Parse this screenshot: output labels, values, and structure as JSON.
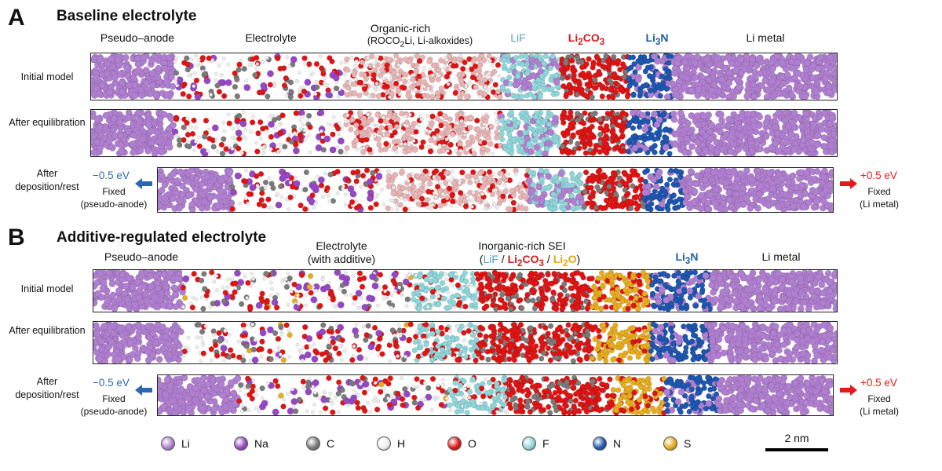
{
  "panelA": {
    "letter": "A",
    "title": "Baseline electrolyte",
    "regions": {
      "pseudo_anode": "Pseudo–anode",
      "electrolyte": "Electrolyte",
      "organic_rich": "Organic-rich",
      "organic_rich_detail": "(ROCO2Li, Li-alkoxides)",
      "lif": "LiF",
      "li2co3": "Li2CO3",
      "li3n": "Li3N",
      "li_metal": "Li metal"
    },
    "rows": [
      "Initial model",
      "After equilibration",
      "After deposition/rest"
    ]
  },
  "panelB": {
    "letter": "B",
    "title": "Additive-regulated electrolyte",
    "regions": {
      "pseudo_anode": "Pseudo–anode",
      "electrolyte": "Electrolyte",
      "electrolyte_detail": "(with additive)",
      "inorganic_sei": "Inorganic-rich SEI",
      "lif": "LiF",
      "li2co3": "Li2CO3",
      "li2o": "Li2O",
      "li3n": "Li3N",
      "li_metal": "Li metal"
    },
    "rows": [
      "Initial model",
      "After equilibration",
      "After deposition/rest"
    ]
  },
  "potentials": {
    "negative": "−0.5 eV",
    "positive": "+0.5 eV",
    "fixed": "Fixed",
    "neg_fixed_detail": "(pseudo-anode)",
    "pos_fixed_detail": "(Li metal)"
  },
  "legend": [
    {
      "label": "Li",
      "color": "#b07fd0"
    },
    {
      "label": "Na",
      "color": "#9648c4"
    },
    {
      "label": "C",
      "color": "#7a7a7a"
    },
    {
      "label": "H",
      "color": "#eeeeee"
    },
    {
      "label": "O",
      "color": "#e01414"
    },
    {
      "label": "F",
      "color": "#8fd6da"
    },
    {
      "label": "N",
      "color": "#1e56b0"
    },
    {
      "label": "S",
      "color": "#e6ad1e"
    }
  ],
  "scalebar": {
    "label": "2 nm"
  }
}
